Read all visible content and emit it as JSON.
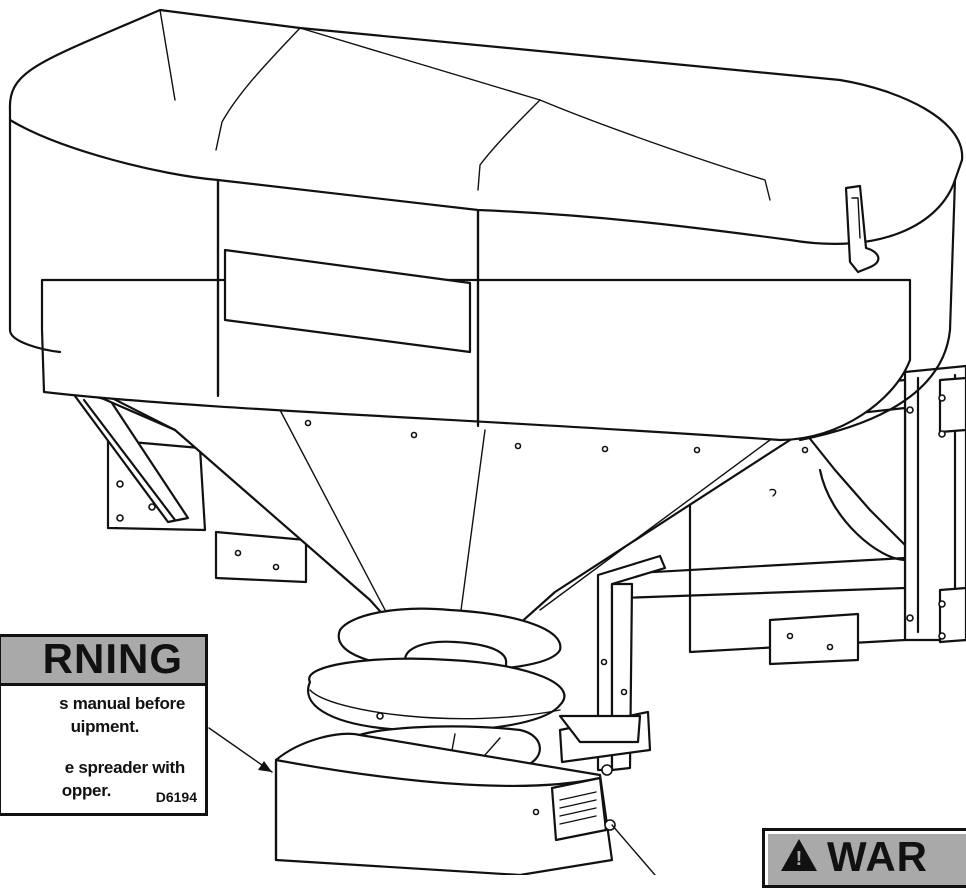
{
  "warning_decal_left": {
    "header": "RNING",
    "line1": "s manual before",
    "line2": "uipment.",
    "line3": "e spreader with",
    "line4": "opper.",
    "code": "D6194"
  },
  "warning_decal_right": {
    "header": "WAR",
    "icon": "warning-triangle-icon"
  },
  "colors": {
    "ink": "#111111",
    "decal_header": "#a9a9a9",
    "background": "#ffffff"
  }
}
